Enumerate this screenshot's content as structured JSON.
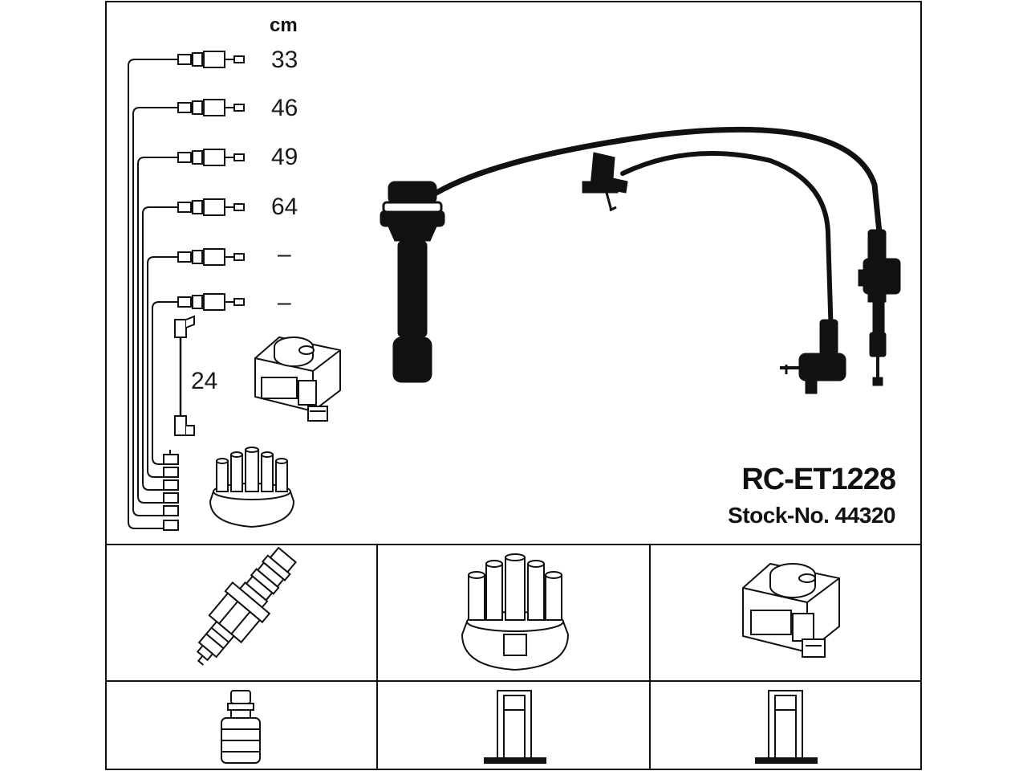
{
  "diagram": {
    "unit_label": "cm",
    "lead_lengths": [
      "33",
      "46",
      "49",
      "64",
      "–",
      "–"
    ],
    "coil_lead_length": "24",
    "part_number": "RC-ET1228",
    "stock_label": "Stock-No. 44320"
  },
  "colors": {
    "line": "#111111",
    "background": "#ffffff"
  }
}
